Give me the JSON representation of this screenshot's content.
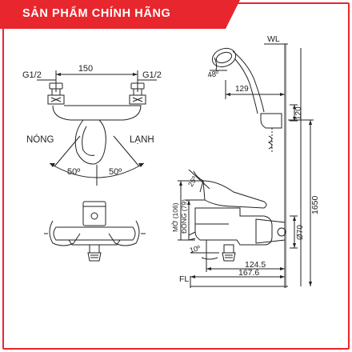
{
  "banner": {
    "text": "SẢN PHẨM CHÍNH HÃNG",
    "background_color": "#e8262d",
    "text_color": "#ffffff"
  },
  "diagram": {
    "top_view": {
      "width_dim": "150",
      "left_inlet": "G1/2",
      "right_inlet": "G1/2",
      "hot_label": "NÓNG",
      "cold_label": "LẠNH",
      "left_angle": "50º",
      "right_angle": "50º"
    },
    "side_view": {
      "wall_label": "WL",
      "floor_label": "FL",
      "head_angle": "48º",
      "head_offset": "129",
      "holder_height": "120",
      "total_height": "1650",
      "open_label": "MỞ (106)",
      "close_label": "ĐÓNG (79)",
      "lever_angle": "25º",
      "spout_angle": "10º",
      "spout_depth": "124.5",
      "total_depth": "167.6",
      "flange_diameter": "Ø70"
    }
  },
  "line_color": "#222222"
}
